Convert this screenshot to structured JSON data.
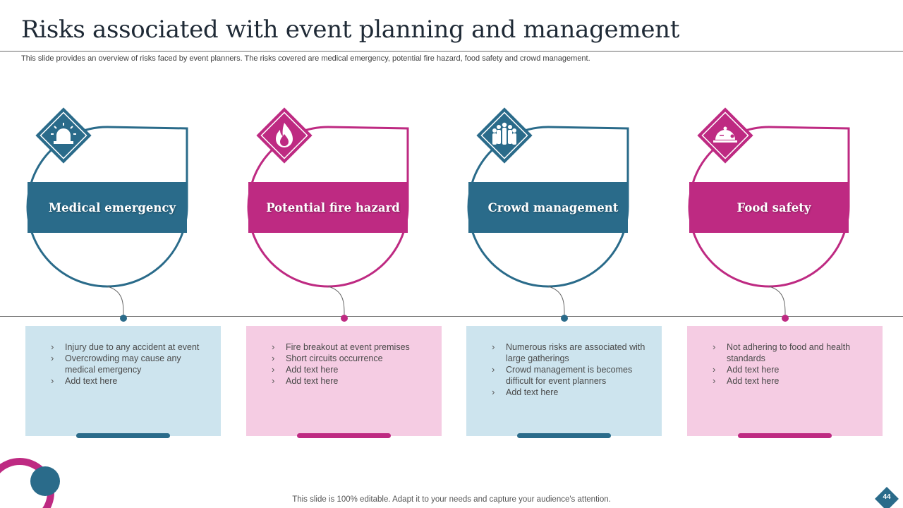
{
  "slide": {
    "title": "Risks associated with event planning and management",
    "subtitle": "This slide provides an overview of risks faced by event planners. The risks covered are medical emergency, potential fire hazard, food safety and crowd management.",
    "footer": "This slide is 100% editable. Adapt it to your needs and capture your audience's attention.",
    "page_number": "44"
  },
  "colors": {
    "blue": "#2a6b8a",
    "pink": "#be2a82",
    "light_blue": "#cde4ee",
    "light_pink": "#f5cce3"
  },
  "risks": [
    {
      "heading": "Medical emergency",
      "icon": "siren-icon",
      "points": [
        "Injury due to any accident at event",
        "Overcrowding  may cause any medical emergency",
        "Add text here"
      ]
    },
    {
      "heading": "Potential fire hazard",
      "icon": "flame-icon",
      "points": [
        "Fire breakout at event premises",
        "Short circuits occurrence",
        "Add text here",
        "Add text here"
      ]
    },
    {
      "heading": "Crowd management",
      "icon": "crowd-icon",
      "points": [
        "Numerous risks are associated with large gatherings",
        "Crowd  management  is becomes difficult for event  planners",
        "Add text here"
      ]
    },
    {
      "heading": "Food safety",
      "icon": "food-cloche-icon",
      "points": [
        "Not adhering to food and health standards",
        "Add text here",
        "Add text here"
      ]
    }
  ]
}
